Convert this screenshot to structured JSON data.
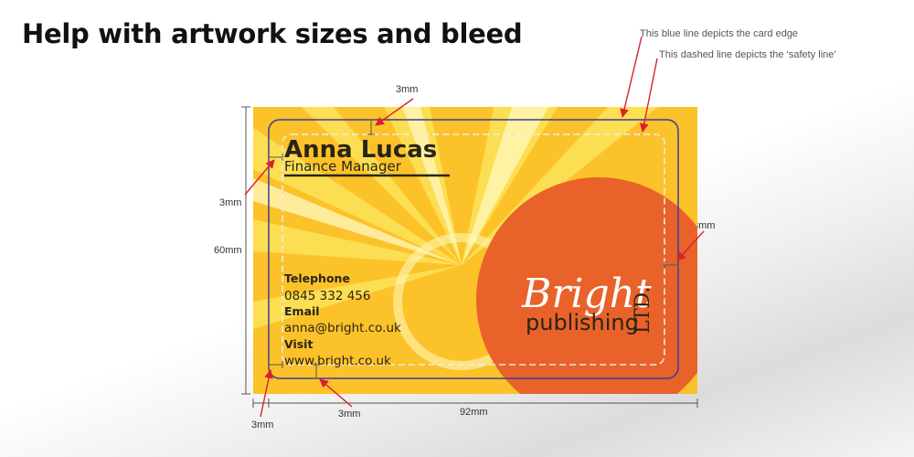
{
  "heading": "Help with artwork sizes and bleed",
  "notes": {
    "card_edge": "This blue line depicts the card edge",
    "safety_line": "This dashed line depicts the ‘safety line’"
  },
  "dimensions": {
    "top_gap": "3mm",
    "left_gap": "3mm",
    "height": "60mm",
    "right_gap": "3mm",
    "bottom_left": "3mm",
    "bottom_gap": "3mm",
    "width": "92mm"
  },
  "card": {
    "name": "Anna Lucas",
    "job_title": "Finance Manager",
    "telephone_label": "Telephone",
    "telephone": "0845 332 456",
    "email_label": "Email",
    "email": "anna@bright.co.uk",
    "visit_label": "Visit",
    "website": "www.bright.co.uk",
    "logo_word": "Bright",
    "logo_sub": "publishing",
    "logo_ltd": "LTD."
  },
  "colors": {
    "card_background": "#fcc22a",
    "sun_orange": "#e8622a",
    "card_edge_line": "#3c3c9a",
    "safety_line": "#ffffff",
    "annotation_arrow": "#d9202f",
    "logo_text": "#ffffff",
    "dark_text": "#2a2418"
  }
}
